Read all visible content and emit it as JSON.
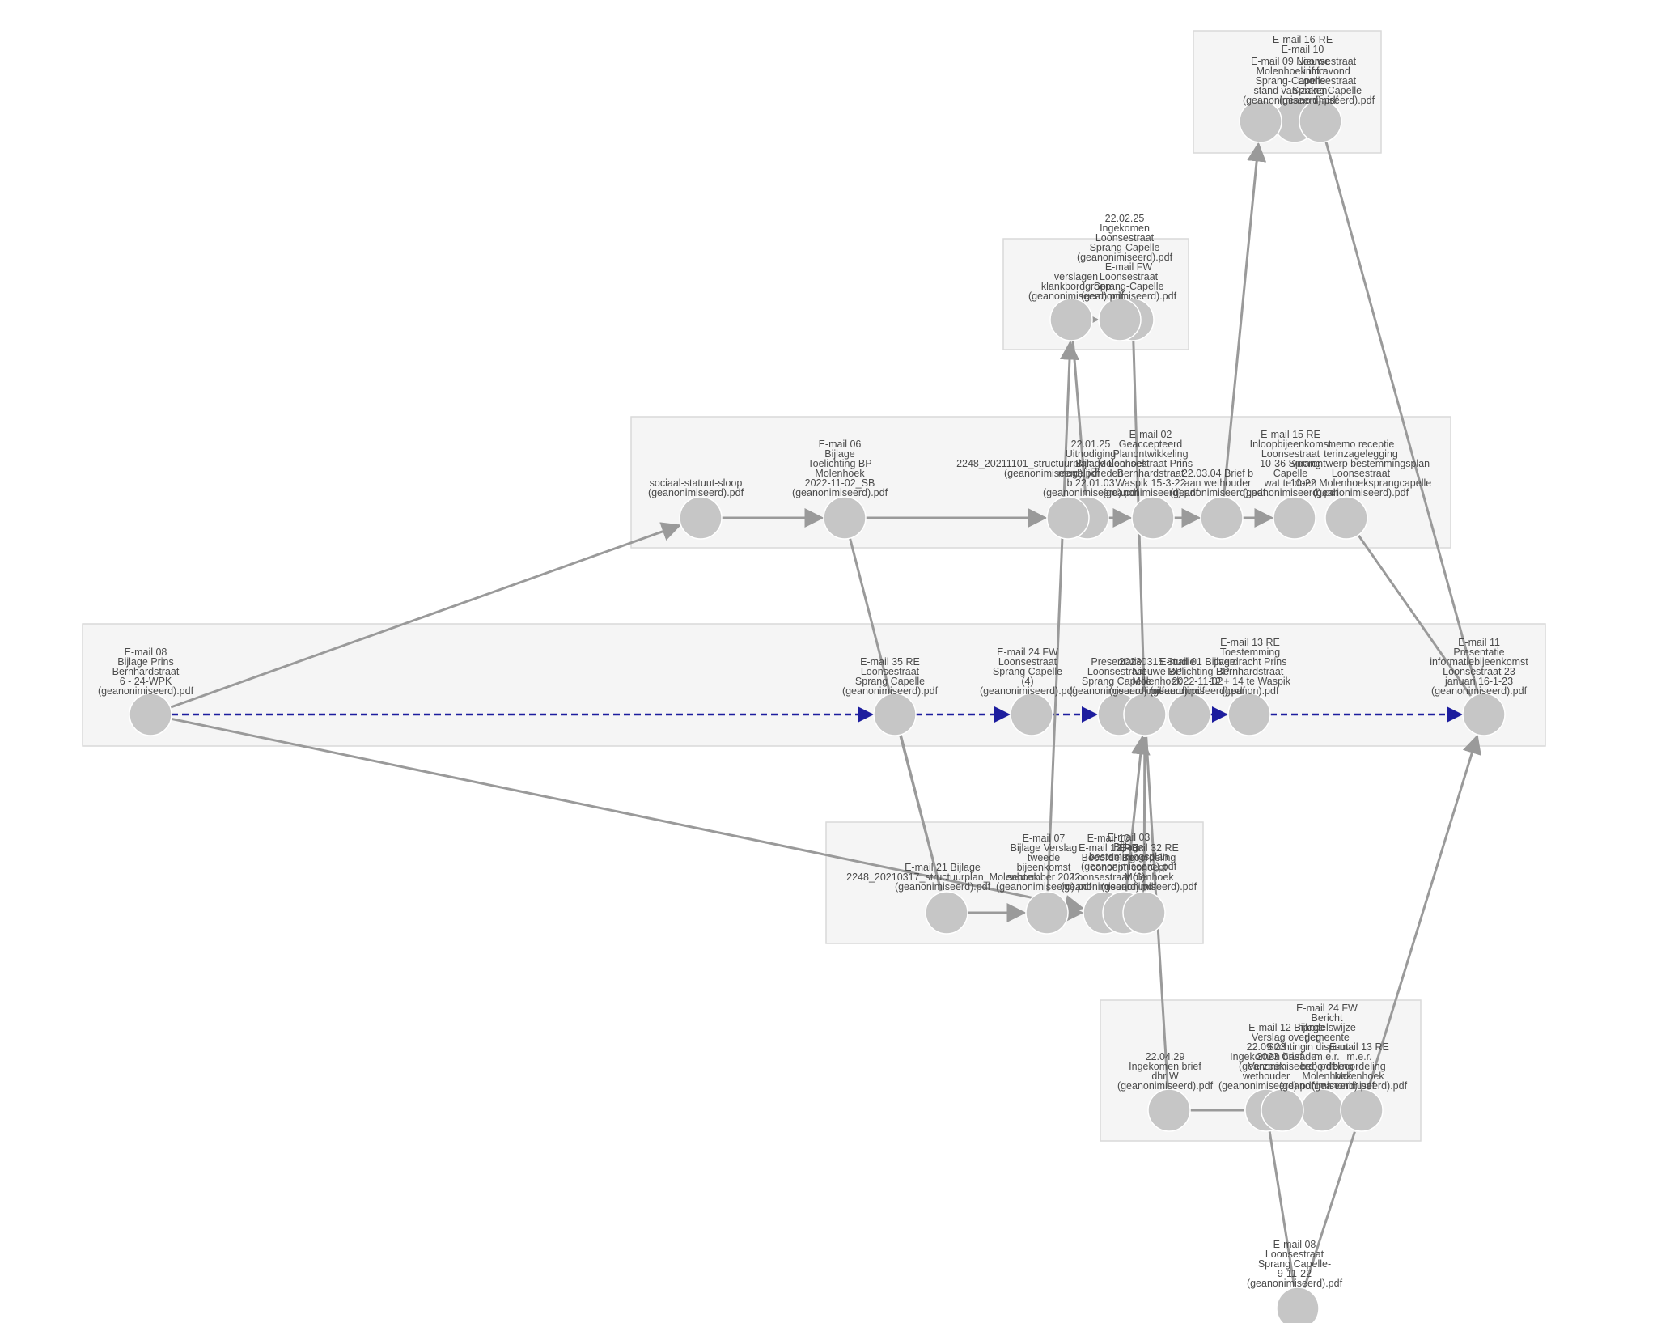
{
  "clusters": [
    {
      "id": "c1"
    },
    {
      "id": "c2"
    },
    {
      "id": "c3"
    },
    {
      "id": "c4"
    },
    {
      "id": "c5"
    },
    {
      "id": "c6"
    }
  ],
  "nodes": [
    {
      "id": "n_em1610",
      "lines": [
        "E-mail 16-RE",
        "E-mail 10"
      ]
    },
    {
      "id": "n_em09",
      "lines": [
        "E-mail 09 Nieuwe",
        "Molenhoek info",
        "Sprang-Capelle",
        "stand van zaken",
        "(geanonimiseerd).pdf"
      ]
    },
    {
      "id": "n_sociaal",
      "lines": [
        "sociaal-statuut",
        "(geanonimiseerd).pdf"
      ]
    },
    {
      "id": "n_loonsavond",
      "lines": [
        "Loonsestraat",
        "info avond",
        "Loonsestraat",
        "Sprang Capelle",
        "(geanonimiseerd).pdf"
      ]
    },
    {
      "id": "n_2202",
      "lines": [
        "22.02.25",
        "Ingekomen",
        "Loonsestraat",
        "Sprang-Capelle",
        "(geanonimiseerd).pdf"
      ]
    },
    {
      "id": "n_verslagen",
      "lines": [
        "verslagen",
        "klankbordgroep",
        "(geanonimiseerd).pdf"
      ]
    },
    {
      "id": "n_emfw",
      "lines": [
        "E-mail FW",
        "Loonsestraat",
        "Sprang-Capelle",
        "(geanonimiseerd).pdf"
      ]
    },
    {
      "id": "n_sloop",
      "lines": [
        "sociaal-statuut-sloop",
        "(geanonimiseerd).pdf"
      ]
    },
    {
      "id": "n_em06",
      "lines": [
        "E-mail 06",
        "Bijlage",
        "Toelichting BP",
        "Molenhoek",
        "2022-11-02_SB",
        "(geanonimiseerd).pdf"
      ]
    },
    {
      "id": "n_220125",
      "lines": [
        "22.01.25",
        "Uitnodiging",
        "Bijlage",
        "mogelijkheden",
        "b 22.01.03",
        "(geanonimiseerd).pdf"
      ]
    },
    {
      "id": "n_struct1101",
      "lines": [
        "2248_20211101_structuurplan_Molenhoek",
        "(geanonimiseerd).pdf"
      ]
    },
    {
      "id": "n_em02",
      "lines": [
        "E-mail 02",
        "Geaccepteerd",
        "Planontwikkeling",
        "Loonsestraat Prins",
        "Bernhardstraat",
        "Waspik 15-3-22",
        "(geanonimiseerd).pdf"
      ]
    },
    {
      "id": "n_2203",
      "lines": [
        "22.03.04 Brief b",
        "aan wethouder",
        "(geanonimiseerd).pdf"
      ]
    },
    {
      "id": "n_em15",
      "lines": [
        "E-mail 15 RE",
        "Inloopbijeenkomst",
        "Loonsestraat",
        "10-36 Sprang",
        "Capelle",
        "wat te doen",
        "(geanonimiseerd).pdf"
      ]
    },
    {
      "id": "n_memo",
      "lines": [
        "memo receptie",
        "terinzagelegging",
        "voorontwerp bestemmingsplan",
        "Loonsestraat",
        "10-22 Molenhoeksprangcapelle",
        "(geanonimiseerd).pdf"
      ]
    },
    {
      "id": "n_em08a",
      "lines": [
        "E-mail 08",
        "Bijlage Prins",
        "Bernhardstraat",
        "6 - 24-WPK",
        "(geanonimiseerd).pdf"
      ]
    },
    {
      "id": "n_em35",
      "lines": [
        "E-mail 35 RE",
        "Loonsestraat",
        "Sprang Capelle",
        "(geanonimiseerd).pdf"
      ]
    },
    {
      "id": "n_em24a",
      "lines": [
        "E-mail 24 FW",
        "Loonsestraat",
        "Sprang Capelle",
        "(4)",
        "(geanonimiseerd).pdf"
      ]
    },
    {
      "id": "n_present",
      "lines": [
        "Presentatie",
        "Loonsestraat",
        "Sprang Capelle",
        "(geanonimiseerd).pdf"
      ]
    },
    {
      "id": "n_20230315",
      "lines": [
        "20230315 Studie",
        "Nieuwe BP",
        "Molenhoek",
        "(geanonimiseerd).pdf"
      ]
    },
    {
      "id": "n_em01",
      "lines": [
        "E-mail 01 Bijlage",
        "Toelichting BP",
        "2022-11-02",
        "(geanonimiseerd).pdf"
      ]
    },
    {
      "id": "n_em13a",
      "lines": [
        "E-mail 13 RE",
        "Toestemming",
        "overdracht Prins",
        "Bernhardstraat",
        "12 + 14 te Waspik",
        "(geanon).pdf"
      ]
    },
    {
      "id": "n_em11",
      "lines": [
        "E-mail 11",
        "Presentatie",
        "informatiebijeenkomst",
        "Loonsestraat 23",
        "januari 16-1-23",
        "(geanonimiseerd).pdf"
      ]
    },
    {
      "id": "n_em21",
      "lines": [
        "E-mail 21 Bijlage",
        "2248_20210317_structuurplan_Molenhoek",
        "(geanonimiseerd).pdf"
      ]
    },
    {
      "id": "n_em07",
      "lines": [
        "E-mail 07",
        "Bijlage Verslag",
        "tweede",
        "bijeenkomst",
        "september 2022",
        "(geanonimiseerd).pdf"
      ]
    },
    {
      "id": "n_em10b",
      "lines": [
        "E-mail 10",
        "E-mail 12 RE",
        "Beoordeling",
        "concept",
        "Loonsestraat (6)",
        "(geanonimiseerd).pdf"
      ]
    },
    {
      "id": "n_em03",
      "lines": [
        "E-mail 03",
        "Bijlage",
        "bestemmingsplan",
        "(geanonimiseerd).pdf"
      ]
    },
    {
      "id": "n_em32",
      "lines": [
        "E-mail 32 RE",
        "Beoordeling",
        "concept",
        "Molenhoek",
        "(geanonimiseerd).pdf"
      ]
    },
    {
      "id": "n_220429",
      "lines": [
        "22.04.29",
        "Ingekomen brief",
        "dhr W",
        "(geanonimiseerd).pdf"
      ]
    },
    {
      "id": "n_em24b",
      "lines": [
        "E-mail 24 FW",
        "Bericht",
        "handelswijze",
        "gemeente",
        "in dispuut",
        "m.e.r.",
        "beoordeling",
        "Molenhoek",
        "(geanonimiseerd).pdf"
      ]
    },
    {
      "id": "n_220923",
      "lines": [
        "22.09.23",
        "Ingekomen brief",
        "Verzoek",
        "wethouder",
        "(geanonimiseerd).pdf"
      ]
    },
    {
      "id": "n_em12b",
      "lines": [
        "E-mail 12 Bijlage",
        "Verslag overleg",
        "Stichting",
        "2023 Casade",
        "(geanonimiseerd).pdf"
      ]
    },
    {
      "id": "n_em13b",
      "lines": [
        "E-mail 13 RE",
        "m.e.r.",
        "beoordeling",
        "Molenhoek",
        "(geanonimiseerd).pdf"
      ]
    },
    {
      "id": "n_em08b",
      "lines": [
        "E-mail 08",
        "Loonsestraat",
        "Sprang Capelle-",
        "9-11-22",
        "(geanonimiseerd).pdf"
      ]
    }
  ],
  "edges": [
    {
      "from": "n_em08a",
      "to": "n_sloop",
      "style": "gray",
      "arrow": true
    },
    {
      "from": "n_em08a",
      "to": "n_em10b",
      "style": "gray",
      "arrow": true
    },
    {
      "from": "n_em08a",
      "to": "n_em35",
      "style": "blue",
      "arrow": true
    },
    {
      "from": "n_em35",
      "to": "n_em24a",
      "style": "blue",
      "arrow": true
    },
    {
      "from": "n_em24a",
      "to": "n_present",
      "style": "blue",
      "arrow": true
    },
    {
      "from": "n_em01",
      "to": "n_em13a",
      "style": "blue",
      "arrow": true
    },
    {
      "from": "n_em13a",
      "to": "n_em11",
      "style": "blue",
      "arrow": true
    },
    {
      "from": "n_sloop",
      "to": "n_em06",
      "style": "gray",
      "arrow": true
    },
    {
      "from": "n_em06",
      "to": "n_struct1101",
      "style": "gray",
      "arrow": true
    },
    {
      "from": "n_em06",
      "to": "n_em21",
      "style": "gray",
      "arrow": false
    },
    {
      "from": "n_220125",
      "to": "n_em02",
      "style": "gray",
      "arrow": true
    },
    {
      "from": "n_em02",
      "to": "n_2203",
      "style": "gray",
      "arrow": true
    },
    {
      "from": "n_2203",
      "to": "n_em15",
      "style": "gray",
      "arrow": true
    },
    {
      "from": "n_2203",
      "to": "n_em09",
      "style": "gray",
      "arrow": true
    },
    {
      "from": "n_verslagen",
      "to": "n_emfw",
      "style": "gray",
      "arrow": true
    },
    {
      "from": "n_verslagen",
      "to": "n_220125",
      "style": "gray",
      "arrow": false
    },
    {
      "from": "n_em07",
      "to": "n_verslagen",
      "style": "gray",
      "arrow": true
    },
    {
      "from": "n_2202",
      "to": "n_20230315",
      "style": "gray",
      "arrow": false
    },
    {
      "from": "n_loonsavond",
      "to": "n_em11",
      "style": "gray",
      "arrow": false
    },
    {
      "from": "n_memo",
      "to": "n_em11",
      "style": "gray",
      "arrow": false
    },
    {
      "from": "n_em21",
      "to": "n_em07",
      "style": "gray",
      "arrow": true
    },
    {
      "from": "n_em07",
      "to": "n_em10b",
      "style": "gray",
      "arrow": true
    },
    {
      "from": "n_em03",
      "to": "n_20230315",
      "style": "gray",
      "arrow": true
    },
    {
      "from": "n_em32",
      "to": "n_20230315",
      "style": "gray",
      "arrow": false
    },
    {
      "from": "n_220429",
      "to": "n_20230315",
      "style": "gray",
      "arrow": false
    },
    {
      "from": "n_220429",
      "to": "n_220923",
      "style": "gray",
      "arrow": false
    },
    {
      "from": "n_220923",
      "to": "n_em08b",
      "style": "gray",
      "arrow": false
    },
    {
      "from": "n_em08b",
      "to": "n_em13b",
      "style": "gray",
      "arrow": false
    },
    {
      "from": "n_em13b",
      "to": "n_em11",
      "style": "gray",
      "arrow": true
    },
    {
      "from": "n_em35",
      "to": "n_em21",
      "style": "gray",
      "arrow": false
    }
  ],
  "colors": {
    "node_fill": "#c6c6c6",
    "edge_gray": "#9a9a9a",
    "edge_blue": "#1d1d9e",
    "cluster_fill": "#f5f5f5",
    "label_text": "#4a4a4a"
  }
}
